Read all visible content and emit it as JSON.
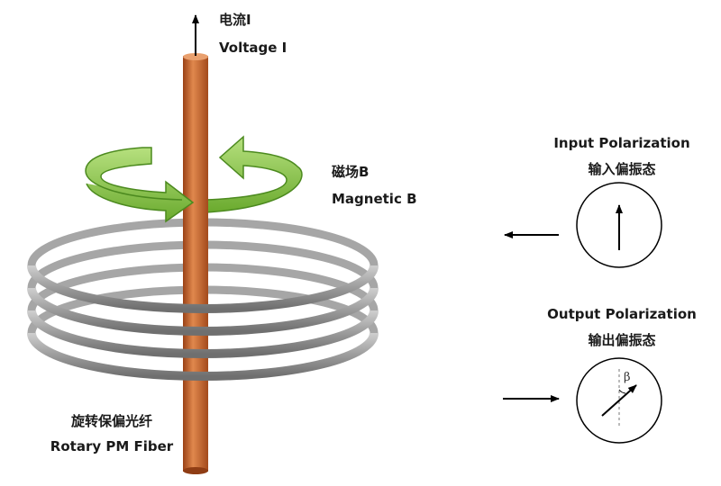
{
  "current": {
    "label_cn": "电流I",
    "label_en": "Voltage I"
  },
  "magnetic": {
    "label_cn": "磁场B",
    "label_en": "Magnetic B"
  },
  "input_polarization": {
    "label_en": "Input Polarization",
    "label_cn": "输入偏振态"
  },
  "output_polarization": {
    "label_en": "Output Polarization",
    "label_cn": "输出偏振态",
    "angle_symbol": "β"
  },
  "fiber": {
    "label_cn": "旋转保偏光纤",
    "label_en": "Rotary PM Fiber"
  },
  "colors": {
    "wire": "#c4622a",
    "field_arrow": "#8ccf4e",
    "fiber": "#a8a8a8"
  }
}
